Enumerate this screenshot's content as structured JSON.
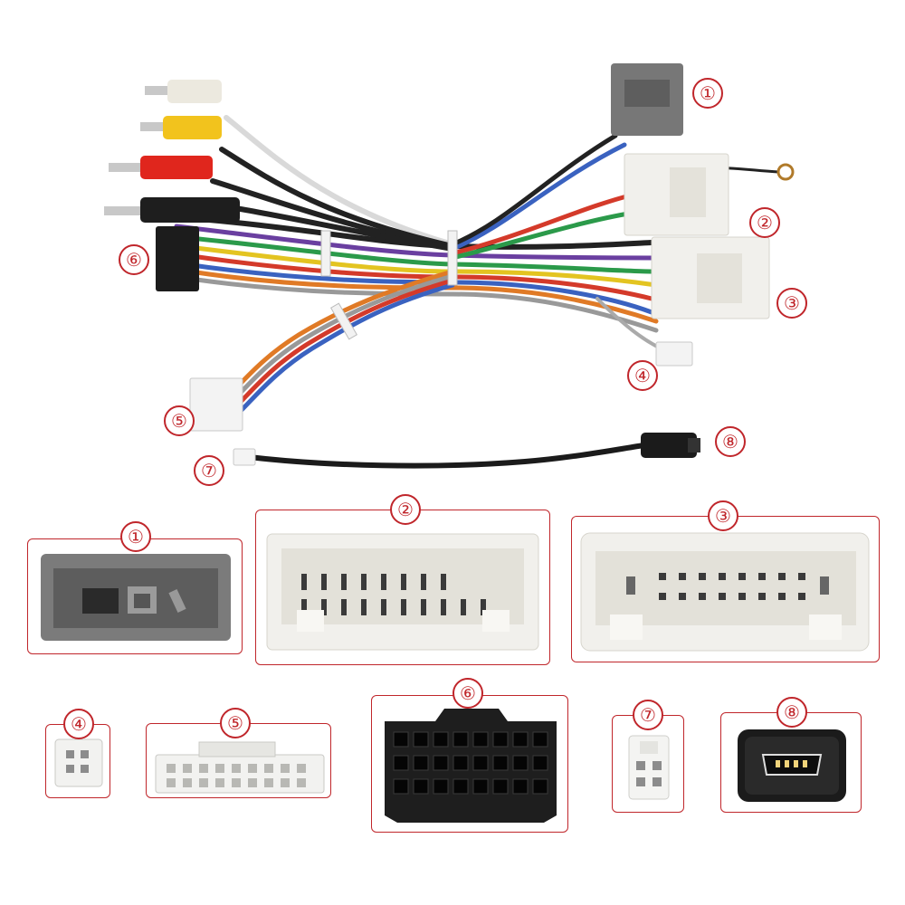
{
  "callouts": {
    "c1": "①",
    "c2": "②",
    "c3": "③",
    "c4": "④",
    "c5": "⑤",
    "c6": "⑥",
    "c7": "⑦",
    "c8": "⑧"
  },
  "panels": {
    "p1": "①",
    "p2": "②",
    "p3": "③",
    "p4": "④",
    "p5": "⑤",
    "p6": "⑥",
    "p7": "⑦",
    "p8": "⑧"
  },
  "colors": {
    "accent": "#c0262b",
    "grey_connector": "#7b7b7b",
    "white_connector": "#f1f0ec",
    "black_connector": "#1e1e1e"
  },
  "icons": [
    "wire-harness-photo",
    "connector-icon"
  ]
}
